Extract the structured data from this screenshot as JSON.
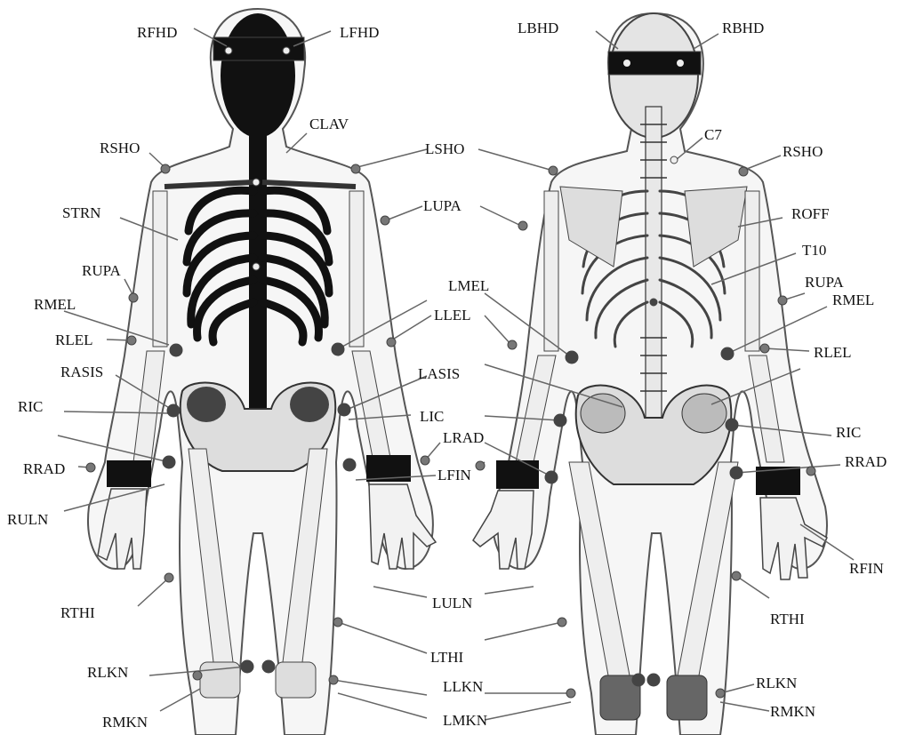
{
  "front": {
    "labels": {
      "RFHD": "RFHD",
      "LFHD": "LFHD",
      "CLAV": "CLAV",
      "RSHO": "RSHO",
      "LSHO": "LSHO",
      "STRN": "STRN",
      "LUPA": "LUPA",
      "RUPA": "RUPA",
      "RMEL": "RMEL",
      "LMEL": "LMEL",
      "RLEL": "RLEL",
      "LLEL": "LLEL",
      "RASIS": "RASIS",
      "LASIS": "LASIS",
      "RIC": "RIC",
      "LIC": "LIC",
      "LRAD": "LRAD",
      "RRAD": "RRAD",
      "LFIN": "LFIN",
      "RULN": "RULN",
      "LULN": "LULN",
      "RTHI": "RTHI",
      "LTHI": "LTHI",
      "RLKN": "RLKN",
      "LLKN": "LLKN",
      "RMKN": "RMKN",
      "LMKN": "LMKN"
    }
  },
  "back": {
    "labels": {
      "LBHD": "LBHD",
      "RBHD": "RBHD",
      "C7": "C7",
      "RSHO": "RSHO",
      "ROFF": "ROFF",
      "T10": "T10",
      "RUPA": "RUPA",
      "RMEL": "RMEL",
      "RLEL": "RLEL",
      "RIC": "RIC",
      "RRAD": "RRAD",
      "RFIN": "RFIN",
      "RTHI": "RTHI",
      "RLKN": "RLKN",
      "RMKN": "RMKN"
    }
  }
}
